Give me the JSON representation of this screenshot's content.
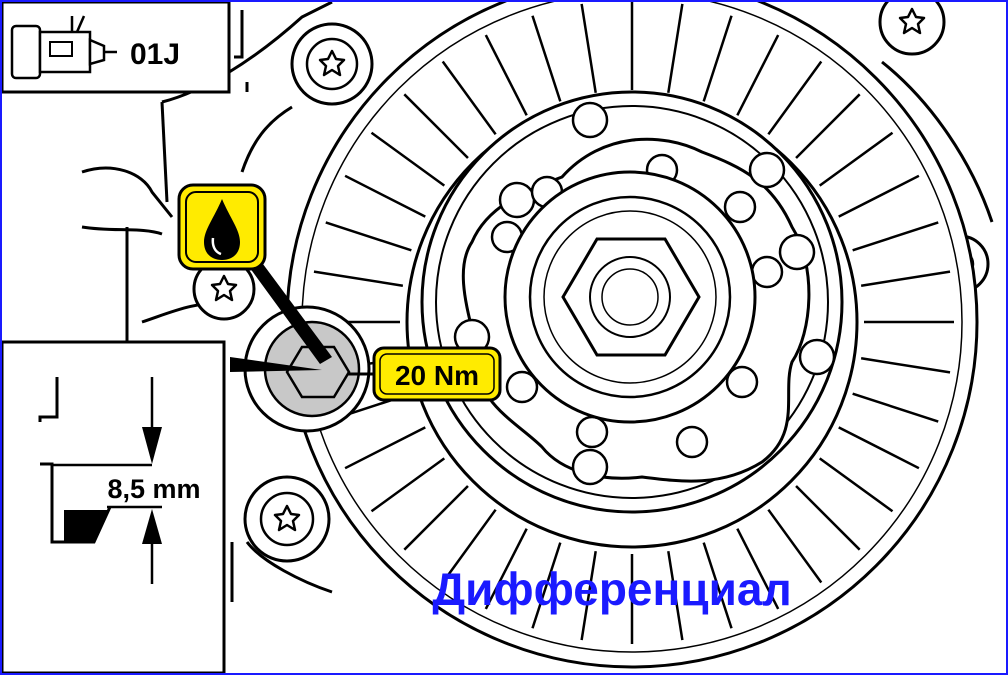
{
  "gearbox_code": "01J",
  "torque_label": "20 Nm",
  "dimension_label": "8,5 mm",
  "title": "Дифференциал",
  "colors": {
    "title": "#1a1aff",
    "frame": "#1a1aff",
    "badge": "#ffeb00",
    "plug": "#c8c8c8",
    "ink": "#000000"
  },
  "icons": {
    "gearbox": "gearbox-icon",
    "oil": "oil-drop-icon",
    "hex_socket": "hex-socket-icon"
  }
}
